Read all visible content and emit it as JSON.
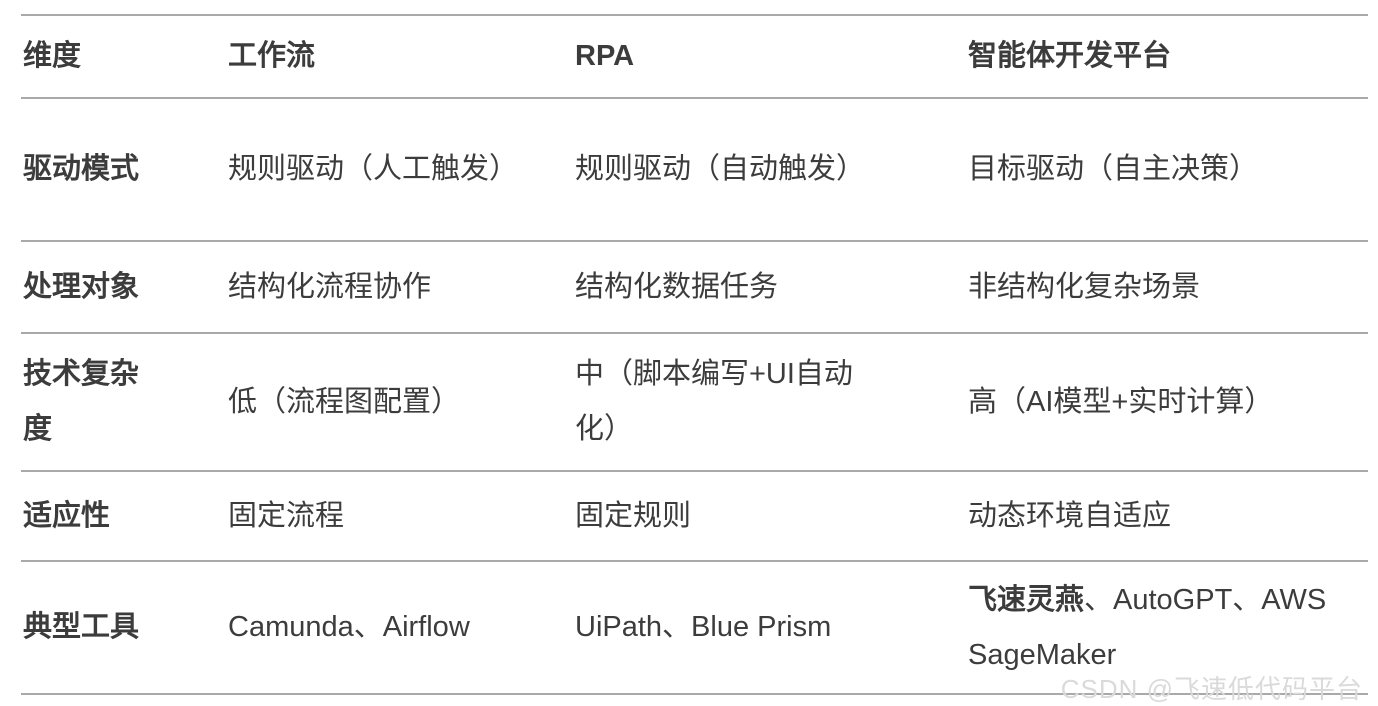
{
  "colors": {
    "text": "#3c3c3c",
    "rule_line": "#a9a9a9",
    "watermark": "#dadada",
    "background": "#ffffff"
  },
  "table": {
    "headers": [
      "维度",
      "工作流",
      "RPA",
      "智能体开发平台"
    ],
    "rows": [
      {
        "dimension": "驱动模式",
        "workflow": "规则驱动（人工触发）",
        "rpa": "规则驱动（自动触发）",
        "agent": "目标驱动（自主决策）"
      },
      {
        "dimension": "处理对象",
        "workflow": "结构化流程协作",
        "rpa": "结构化数据任务",
        "agent": "非结构化复杂场景"
      },
      {
        "dimension": "技术复杂度",
        "workflow": "低（流程图配置）",
        "rpa": "中（脚本编写+UI自动化）",
        "agent": "高（AI模型+实时计算）"
      },
      {
        "dimension": "适应性",
        "workflow": "固定流程",
        "rpa": "固定规则",
        "agent": "动态环境自适应"
      },
      {
        "dimension": "典型工具",
        "workflow": "Camunda、Airflow",
        "rpa": "UiPath、Blue Prism",
        "agent_highlight": "飞速灵燕",
        "agent_rest": "、AutoGPT、AWS SageMaker"
      }
    ]
  },
  "watermark": "CSDN @飞速低代码平台"
}
